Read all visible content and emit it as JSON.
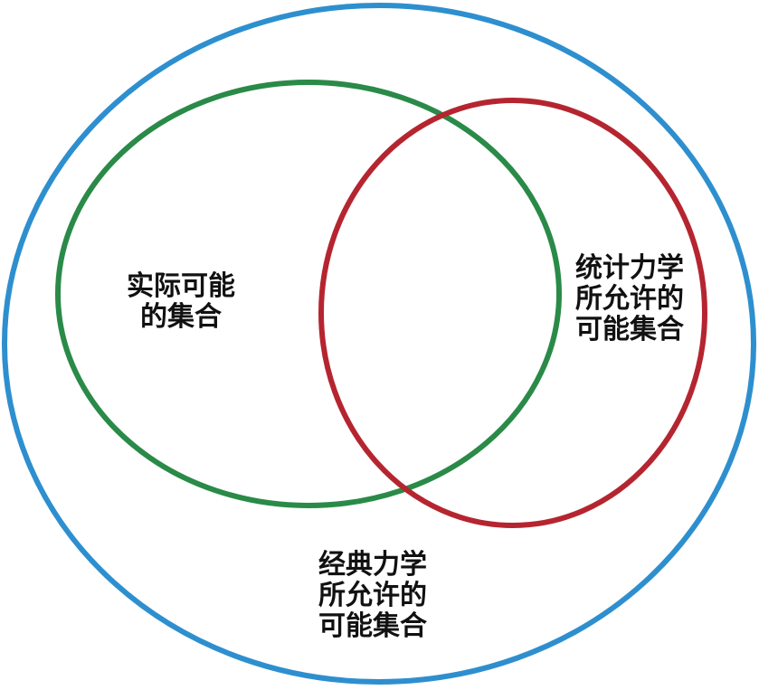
{
  "colors": {
    "outer": "#2e8fcf",
    "green": "#2a8a48",
    "red": "#b52530"
  },
  "labels": {
    "actual": [
      "实际可能",
      "的集合"
    ],
    "statistical": [
      "统计力学",
      "所允许的",
      "可能集合"
    ],
    "classical": [
      "经典力学",
      "所允许的",
      "可能集合"
    ]
  }
}
